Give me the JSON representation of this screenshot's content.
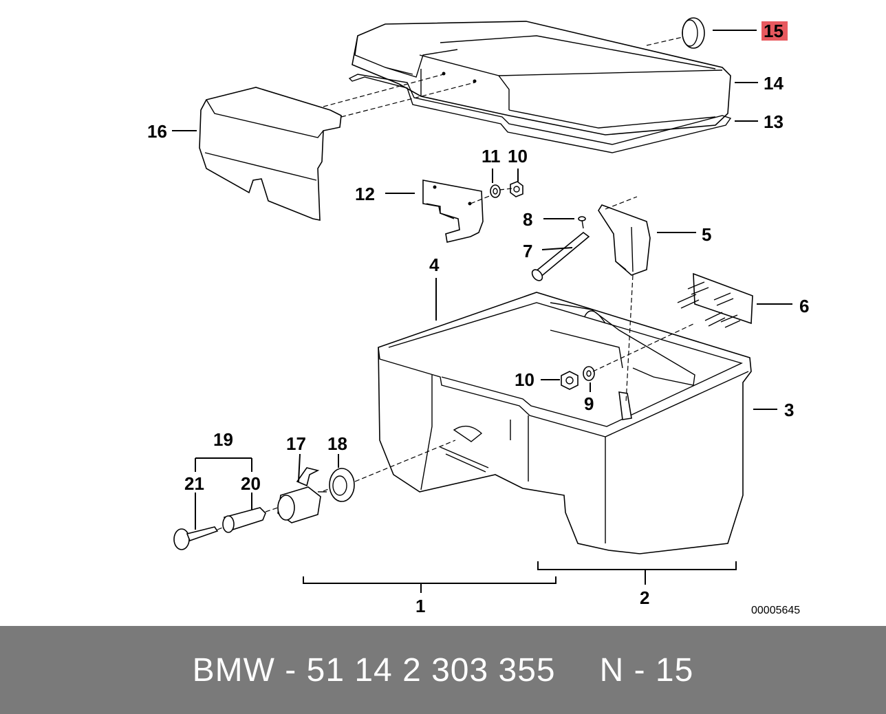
{
  "diagram": {
    "doc_id": "00005645",
    "highlighted_part": "15",
    "callouts": {
      "c1": "1",
      "c2": "2",
      "c3": "3",
      "c4": "4",
      "c5": "5",
      "c6": "6",
      "c7": "7",
      "c8": "8",
      "c9": "9",
      "c10a": "10",
      "c10b": "10",
      "c11": "11",
      "c12": "12",
      "c13": "13",
      "c14": "14",
      "c15": "15",
      "c16": "16",
      "c17": "17",
      "c18": "18",
      "c19": "19",
      "c20": "20",
      "c21": "21"
    },
    "colors": {
      "highlight": "#e8595f",
      "caption_bg": "#7a7a7a"
    }
  },
  "caption": {
    "part_text": "BMW - 51 14 2 303 355",
    "ref_text": "N - 15"
  }
}
